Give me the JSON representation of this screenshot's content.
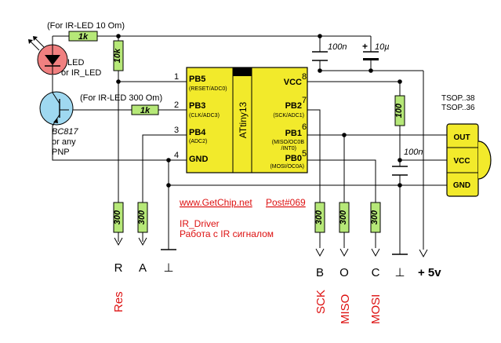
{
  "notes": {
    "ir_led_10": "(For IR-LED 10 Om)",
    "ir_led_300": "(For IR-LED 300 Om)"
  },
  "resistors": {
    "r_top": "1k",
    "r_pullup": "10k",
    "r_base": "1k",
    "r_vcc": "100",
    "r_res": "300",
    "r_a": "300",
    "r_sck": "300",
    "r_miso": "300",
    "r_mosi": "300"
  },
  "led": {
    "line1": "LED",
    "line2": "or IR_LED"
  },
  "transistor": {
    "line1": "BC817",
    "line2": "or any",
    "line3": "PNP"
  },
  "capacitors": {
    "c1": "100n",
    "c2": "10µ",
    "c3": "100n",
    "plus": "+"
  },
  "chip": {
    "name": "ATtiny13",
    "pins_left": [
      {
        "num": "1",
        "name": "PB5",
        "sub": "(RESET/ADC0)"
      },
      {
        "num": "2",
        "name": "PB3",
        "sub": "(CLK/ADC3)"
      },
      {
        "num": "3",
        "name": "PB4",
        "sub": "(ADC2)"
      },
      {
        "num": "4",
        "name": "GND",
        "sub": ""
      }
    ],
    "pins_right": [
      {
        "num": "8",
        "name": "VCC",
        "sub": "",
        "sub2": ""
      },
      {
        "num": "7",
        "name": "PB2",
        "sub": "(SCK/ADC1)",
        "sub2": ""
      },
      {
        "num": "6",
        "name": "PB1",
        "sub": "(MISO/OC0B",
        "sub2": "/INT0)"
      },
      {
        "num": "5",
        "name": "PB0",
        "sub": "(MOSI/OC0A)",
        "sub2": ""
      }
    ]
  },
  "tsop": {
    "model1": "TSOP..38",
    "model2": "TSOP..36",
    "pins": [
      "OUT",
      "VCC",
      "GND"
    ]
  },
  "credits": {
    "site": "www.GetChip.net",
    "post": "Post#069",
    "title": "IR_Driver",
    "subtitle": "Работа с IR сигналом"
  },
  "terminals": {
    "r": "R",
    "a": "A",
    "gnd1": "⊥",
    "b": "B",
    "o": "O",
    "c": "C",
    "gnd2": "⊥",
    "plus5v": "+ 5v"
  },
  "vertical_labels": {
    "res": "Res",
    "sck": "SCK",
    "miso": "MISO",
    "mosi": "MOSI"
  },
  "colors": {
    "chip_body": "#f2ea2b",
    "resistor_fill": "#b6e878",
    "led_fill": "#f08080",
    "transistor_fill": "#9fd8f0",
    "tsop_fill": "#f2ea2b",
    "red_text": "#dd1111",
    "text": "#000000"
  }
}
